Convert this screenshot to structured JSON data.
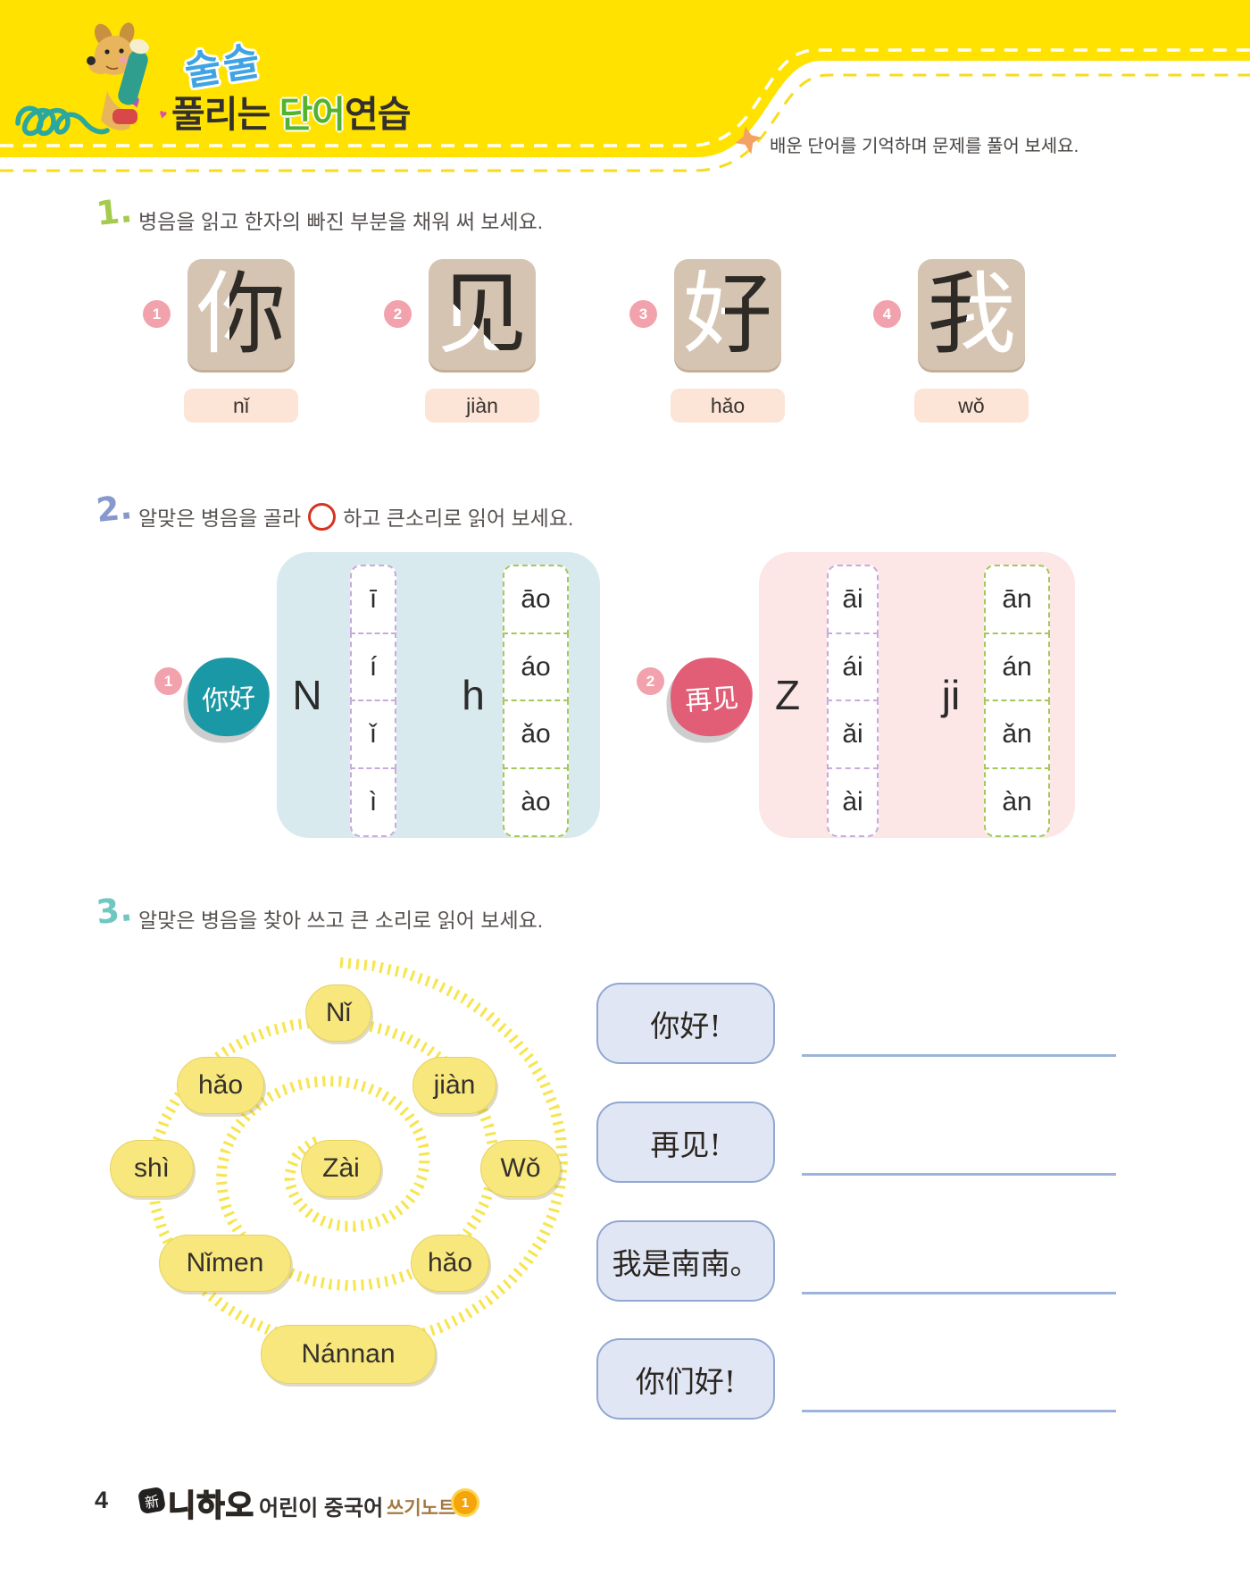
{
  "header": {
    "badge": "술술",
    "title_part1": "풀리는 ",
    "title_green": "단어",
    "title_part2": "연습",
    "subtitle": "배운 단어를 기억하며 문제를 풀어 보세요."
  },
  "section1": {
    "number": "1.",
    "heading": "병음을 읽고 한자의 빠진 부분을 채워 써 보세요.",
    "items": [
      {
        "num": "1",
        "char": "你",
        "pinyin": "nǐ"
      },
      {
        "num": "2",
        "char": "见",
        "pinyin": "jiàn"
      },
      {
        "num": "3",
        "char": "好",
        "pinyin": "hǎo"
      },
      {
        "num": "4",
        "char": "我",
        "pinyin": "wǒ"
      }
    ]
  },
  "section2": {
    "number": "2.",
    "heading_before": "알맞은 병음을 골라",
    "heading_after": "하고 큰소리로 읽어 보세요.",
    "items": [
      {
        "num": "1",
        "word": "你好",
        "initial1": "N",
        "vowels1": [
          "ī",
          "í",
          "ǐ",
          "ì"
        ],
        "initial2": "h",
        "vowels2": [
          "āo",
          "áo",
          "ǎo",
          "ào"
        ]
      },
      {
        "num": "2",
        "word": "再见",
        "initial1": "Z",
        "vowels1": [
          "āi",
          "ái",
          "ǎi",
          "ài"
        ],
        "initial2": "ji",
        "vowels2": [
          "ān",
          "án",
          "ǎn",
          "àn"
        ]
      }
    ]
  },
  "section3": {
    "number": "3.",
    "heading": "알맞은 병음을 찾아 쓰고 큰 소리로 읽어 보세요.",
    "bubbles": [
      "Nǐ",
      "hǎo",
      "jiàn",
      "shì",
      "Zài",
      "Wǒ",
      "Nǐmen",
      "hǎo",
      "Nánnan"
    ],
    "phrases": [
      "你好!",
      "再见!",
      "我是南南。",
      "你们好!"
    ]
  },
  "footer": {
    "page_number": "4",
    "logo_xin": "新",
    "logo_ni": "니",
    "logo_ha": "하",
    "logo_o": "오",
    "logo_text1": "어린이 중국어",
    "logo_text2": "쓰기노트",
    "logo_badge": "1"
  },
  "colors": {
    "header_bg": "#ffe200",
    "card_tan": "#d5c4b2",
    "pill_peach": "#fce4d6",
    "box_blue": "#d9eaef",
    "box_pink": "#fce6e6",
    "blob_teal": "#1b98a5",
    "blob_rose": "#e25d76",
    "bubble_yellow": "#f7e77d",
    "phrase_fill": "#e0e6f4",
    "phrase_border": "#92a8d2",
    "circle_red": "#d63420"
  }
}
